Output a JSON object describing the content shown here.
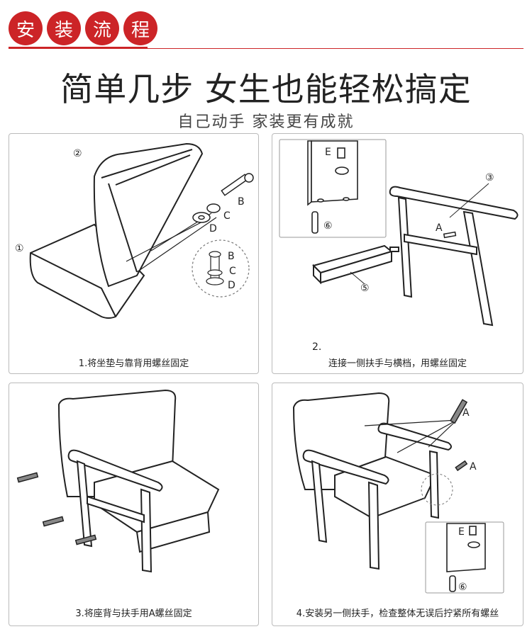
{
  "header": {
    "chars": [
      "安",
      "装",
      "流",
      "程"
    ],
    "accent": "#cc2427"
  },
  "title": "简单几步 女生也能轻松搞定",
  "subtitle": "自己动手  家装更有成就",
  "parts": {
    "p1": "①",
    "p2": "②",
    "p3": "③",
    "p5": "⑤",
    "p6": "⑥",
    "A": "A",
    "B": "B",
    "C": "C",
    "D": "D",
    "E": "E"
  },
  "steps": [
    {
      "caption": "1.将坐垫与靠背用螺丝固定"
    },
    {
      "number": "2.",
      "caption": "连接一侧扶手与横档，用螺丝固定"
    },
    {
      "caption": "3.将座背与扶手用A螺丝固定"
    },
    {
      "caption": "4.安装另一侧扶手，检查整体无误后拧紧所有螺丝"
    }
  ]
}
